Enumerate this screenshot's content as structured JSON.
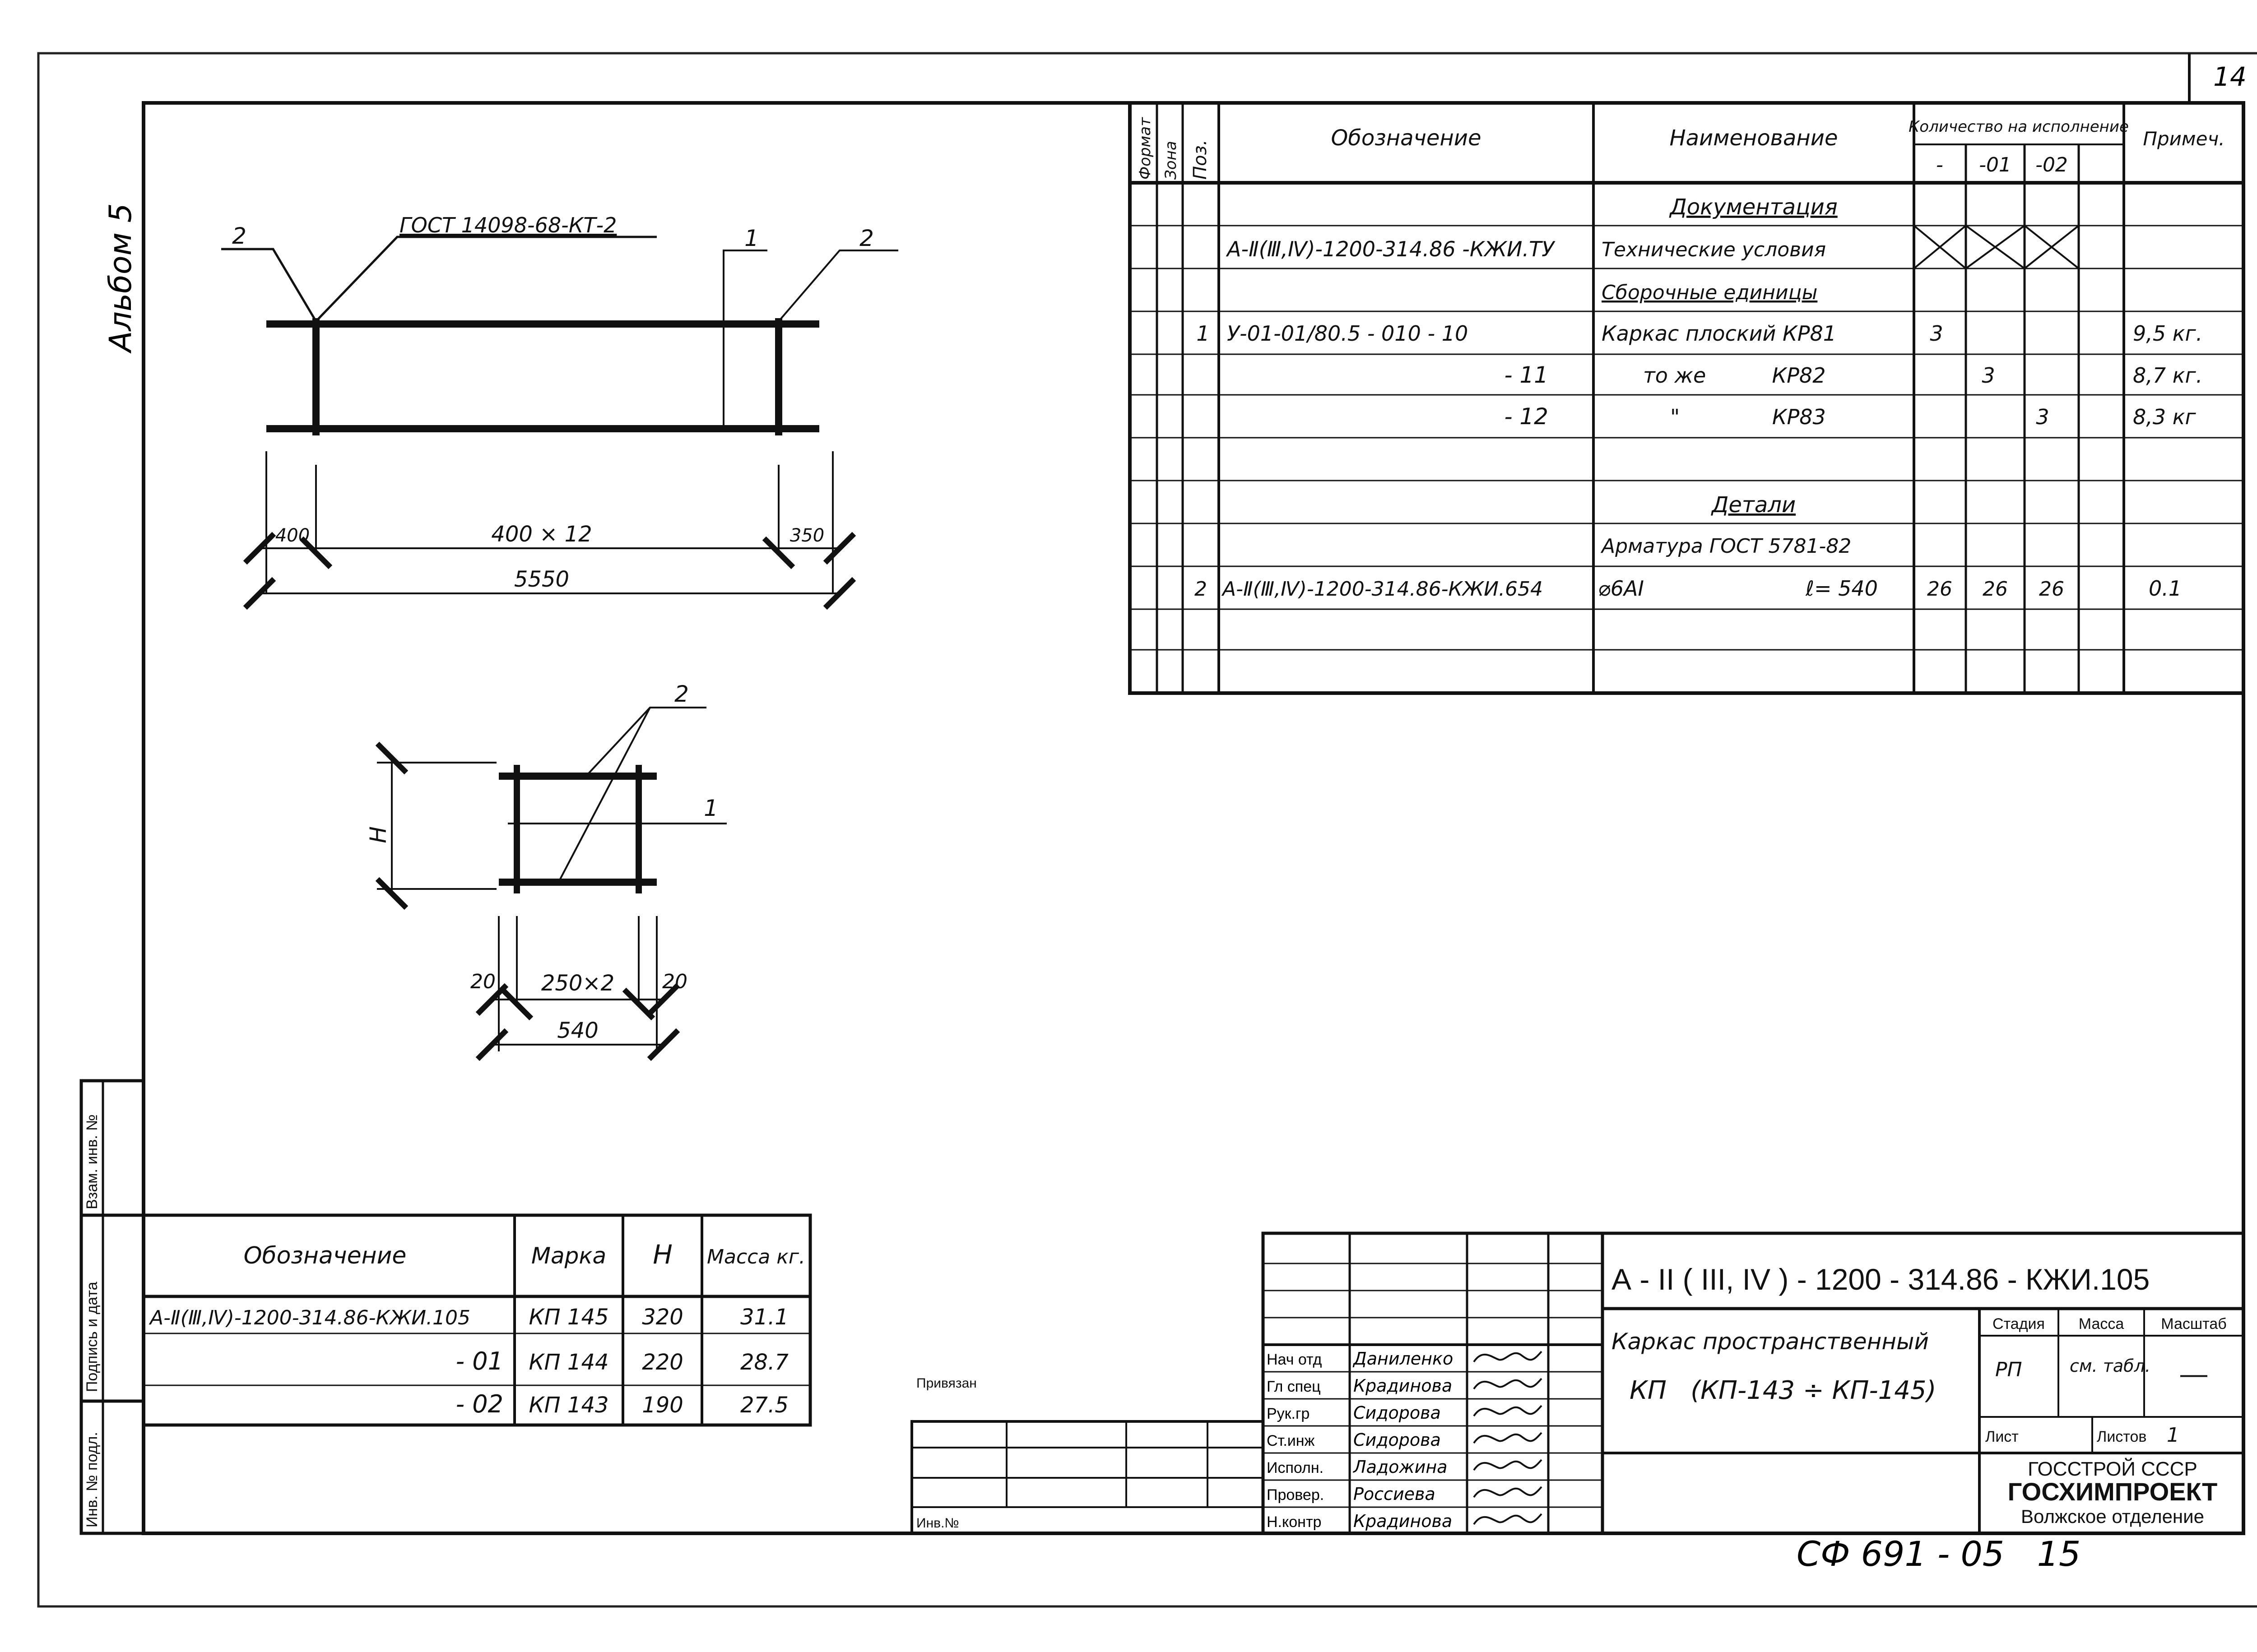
{
  "sheet": {
    "page_number": "14",
    "album": "Альбом 5",
    "footer_code": "СФ 691 - 05   15"
  },
  "spec_table": {
    "headers": {
      "format": "Формат",
      "zone": "Зона",
      "pos": "Поз.",
      "designation": "Обозначение",
      "name": "Наименование",
      "qty_group": "Количество на исполнение",
      "qty_cols": [
        "-",
        "-01",
        "-02"
      ],
      "note": "Примеч."
    },
    "section_docs": "Документация",
    "doc_row": {
      "designation": "А-Ⅱ(Ⅲ,Ⅳ)-1200-314.86   -КЖИ.ТУ",
      "name": "Технические условия"
    },
    "section_assemblies": "Сборочные единицы",
    "assembly_rows": [
      {
        "pos": "1",
        "designation": "У-01-01/80.5 - 010 - 10",
        "name": "Каркас плоский КР81",
        "q0": "3",
        "q1": "",
        "q2": "",
        "note": "9,5 кг."
      },
      {
        "pos": "",
        "designation": "- 11",
        "name": "то же          КР82",
        "q0": "",
        "q1": "3",
        "q2": "",
        "note": "8,7 кг."
      },
      {
        "pos": "",
        "designation": "- 12",
        "name": "\"              КР83",
        "q0": "",
        "q1": "",
        "q2": "3",
        "note": "8,3 кг"
      }
    ],
    "section_details": "Детали",
    "details_sub": "Арматура ГОСТ 5781-82",
    "detail_rows": [
      {
        "pos": "2",
        "designation": "А-Ⅱ(Ⅲ,Ⅳ)-1200-314.86-КЖИ.654",
        "name": "⌀6АI",
        "length": "ℓ= 540",
        "q0": "26",
        "q1": "26",
        "q2": "26",
        "note": "0.1"
      }
    ]
  },
  "drawing_top": {
    "callout_left": "2",
    "gost": "ГОСТ 14098-68-КТ-2",
    "callout_1": "1",
    "callout_right": "2",
    "dims": [
      "400",
      "400 × 12",
      "350",
      "5550"
    ]
  },
  "drawing_section": {
    "callout_2": "2",
    "callout_1": "1",
    "h_label": "H",
    "dims": [
      "20",
      "250×2",
      "20",
      "540"
    ]
  },
  "variant_table": {
    "headers": [
      "Обозначение",
      "Марка",
      "H",
      "Масса кг."
    ],
    "rows": [
      [
        "А-Ⅱ(Ⅲ,Ⅳ)-1200-314.86-КЖИ.105",
        "КП 145",
        "320",
        "31.1"
      ],
      [
        "- 01",
        "КП 144",
        "220",
        "28.7"
      ],
      [
        "- 02",
        "КП 143",
        "190",
        "27.5"
      ]
    ]
  },
  "side_stamp": [
    "Взам. инв. №",
    "Подпись и дата",
    "Инв. № подл."
  ],
  "title_block": {
    "code": "А - II ( III, IV ) - 1200  - 314.86   - КЖИ.105",
    "title_line1": "Каркас  пространственный",
    "title_line2": "КП   (КП-143 ÷ КП-145)",
    "stage_label": "Стадия",
    "mass_label": "Масса",
    "scale_label": "Масштаб",
    "stage_value": "РП",
    "mass_value": "см. табл.",
    "scale_value": "—",
    "sheet_label": "Лист",
    "sheets_label": "Листов",
    "sheets_value": "1",
    "org1": "ГОССТРОЙ СССР",
    "org2": "ГОСХИМПРОЕКТ",
    "org3": "Волжское отделение",
    "linked": "Привязан",
    "inv": "Инв.№",
    "people": [
      {
        "role": "Нач отд",
        "name": "Даниленко"
      },
      {
        "role": "Гл спец",
        "name": "Крадинова"
      },
      {
        "role": "Рук.гр",
        "name": "Сидорова"
      },
      {
        "role": "Ст.инж",
        "name": "Сидорова"
      },
      {
        "role": "Исполн.",
        "name": "Ладожина"
      },
      {
        "role": "Провер.",
        "name": "Россиева"
      },
      {
        "role": "Н.контр",
        "name": "Крадинова"
      }
    ]
  }
}
